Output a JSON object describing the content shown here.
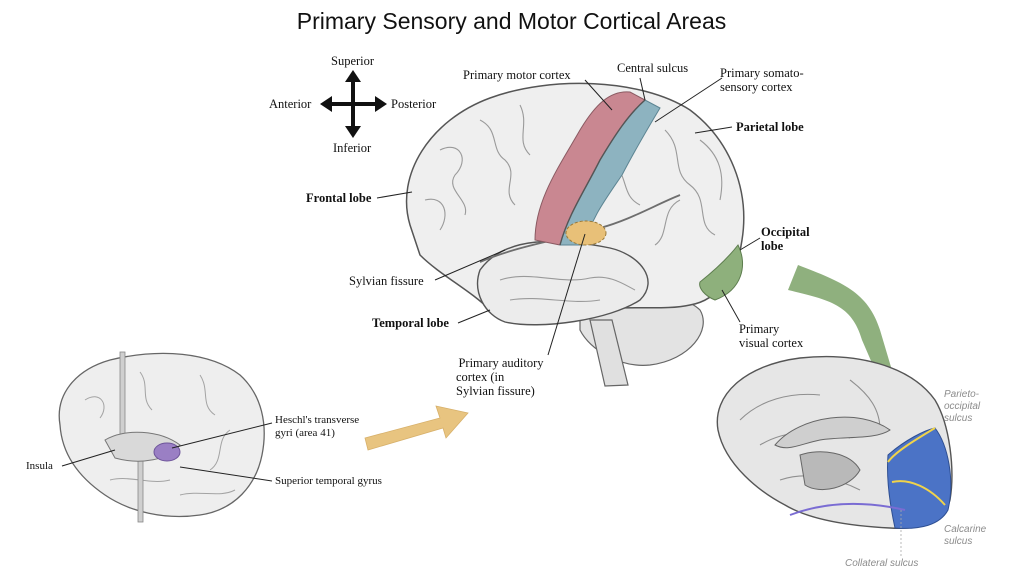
{
  "title": "Primary Sensory and Motor Cortical Areas",
  "compass": {
    "superior": "Superior",
    "inferior": "Inferior",
    "anterior": "Anterior",
    "posterior": "Posterior"
  },
  "lateral_view": {
    "primary_motor_cortex": "Primary motor cortex",
    "central_sulcus": "Central sulcus",
    "somatosensory_line1": "Primary somato-",
    "somatosensory_line2": "sensory cortex",
    "parietal_lobe": "Parietal lobe",
    "frontal_lobe": "Frontal lobe",
    "occipital_line1": "Occipital",
    "occipital_line2": "lobe",
    "sylvian_fissure": "Sylvian fissure",
    "temporal_lobe": "Temporal lobe",
    "visual_line1": "Primary",
    "visual_line2": "visual cortex",
    "auditory_line1": "Primary auditory",
    "auditory_line2": "cortex (in",
    "auditory_line3": "Sylvian fissure)"
  },
  "insula_view": {
    "heschl_line1": "Heschl's transverse",
    "heschl_line2": "gyri (area 41)",
    "insula": "Insula",
    "superior_temporal_gyrus": "Superior temporal gyrus"
  },
  "medial_view": {
    "parieto_line1": "Parieto-",
    "parieto_line2": "occipital",
    "parieto_line3": "sulcus",
    "calcarine_line1": "Calcarine",
    "calcarine_line2": "sulcus",
    "collateral_sulcus": "Collateral sulcus"
  },
  "colors": {
    "motor_cortex": "#c98791",
    "somatosensory_cortex": "#8db3c0",
    "auditory_cortex": "#e8c078",
    "visual_cortex": "#8eb07c",
    "heschl_gyri": "#9a7fc4",
    "visual_arrow": "#8fb07e",
    "auditory_arrow": "#e8c480",
    "medial_visual": "#4b73c6"
  }
}
